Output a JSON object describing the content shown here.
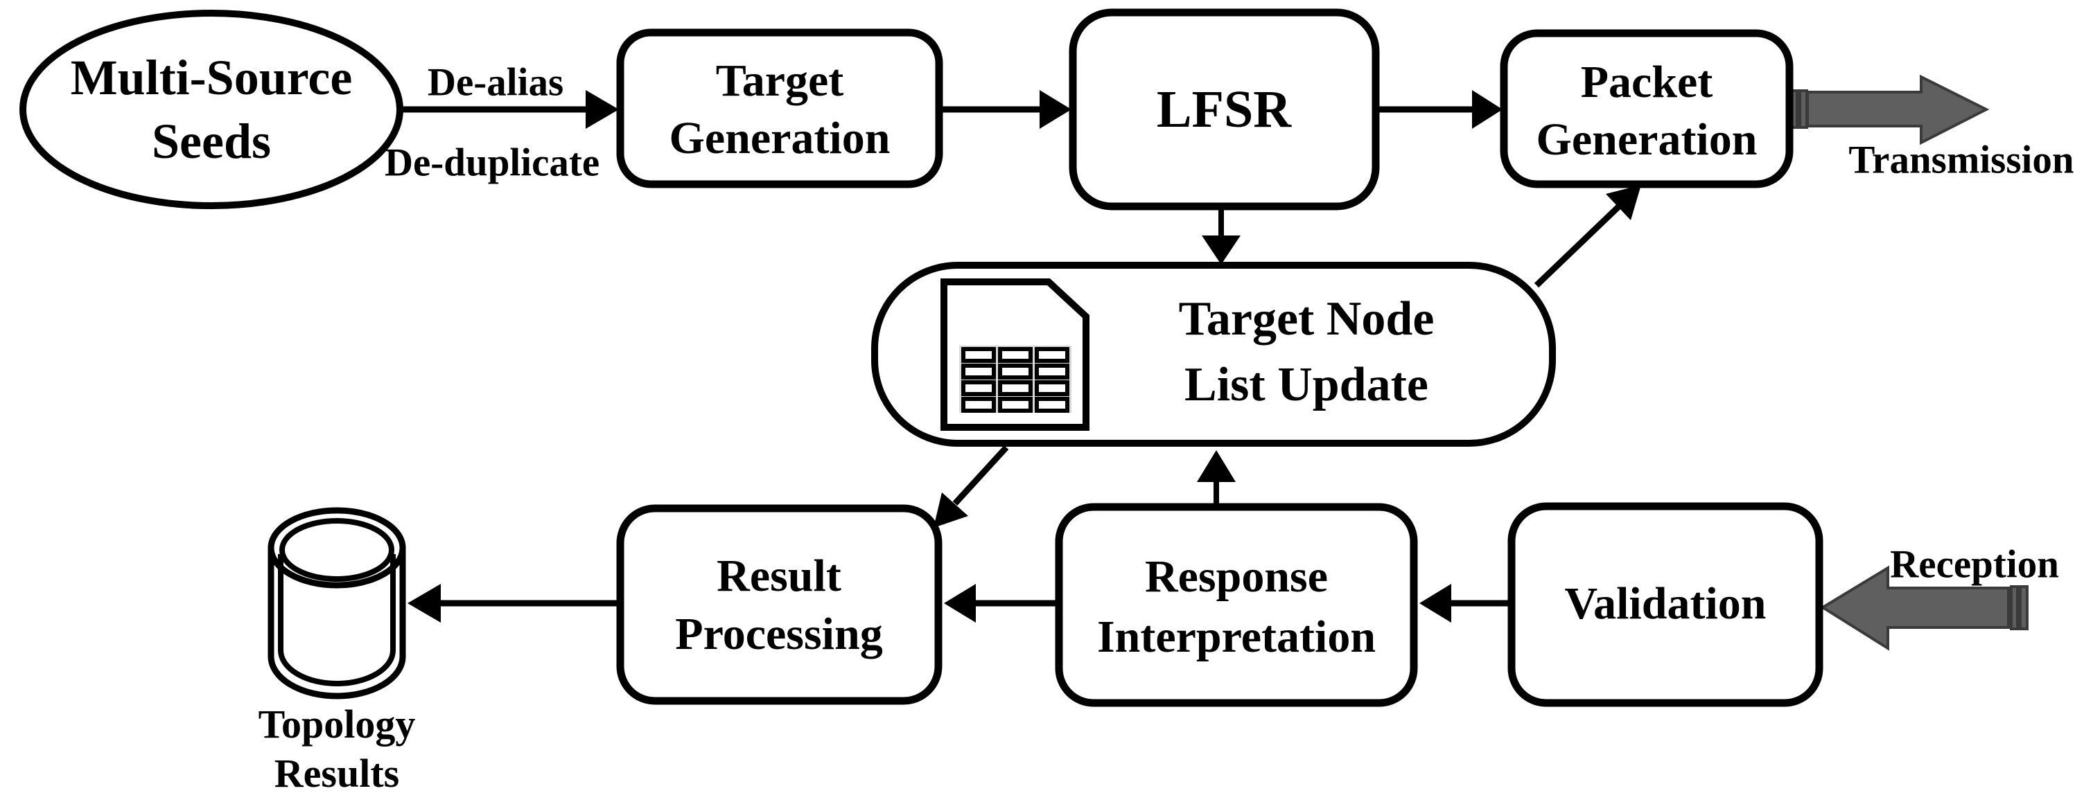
{
  "diagram": {
    "title_hint": "Topology probing pipeline flowchart",
    "nodes": {
      "multi_source_seeds": {
        "shape": "ellipse",
        "line1": "Multi-Source",
        "line2": "Seeds"
      },
      "target_generation": {
        "shape": "rounded-rect",
        "line1": "Target",
        "line2": "Generation"
      },
      "lfsr": {
        "shape": "rounded-rect",
        "line1": "LFSR"
      },
      "packet_generation": {
        "shape": "rounded-rect",
        "line1": "Packet",
        "line2": "Generation"
      },
      "target_node_list_update": {
        "shape": "stadium",
        "icon": "file-list-icon",
        "line1": "Target Node",
        "line2": "List Update"
      },
      "result_processing": {
        "shape": "rounded-rect",
        "line1": "Result",
        "line2": "Processing"
      },
      "response_interpretation": {
        "shape": "rounded-rect",
        "line1": "Response",
        "line2": "Interpretation"
      },
      "validation": {
        "shape": "rounded-rect",
        "line1": "Validation"
      },
      "topology_results": {
        "shape": "database-cylinder",
        "icon": "database-icon",
        "line1": "Topology",
        "line2": "Results"
      }
    },
    "edge_labels": {
      "de_alias": "De-alias",
      "de_duplicate": "De-duplicate",
      "transmission": "Transmission",
      "reception": "Reception"
    },
    "edges": [
      "multi_source_seeds -> target_generation (De-alias / De-duplicate)",
      "target_generation -> lfsr",
      "lfsr -> packet_generation",
      "packet_generation -> transmission (out)",
      "lfsr -> target_node_list_update",
      "target_node_list_update -> packet_generation",
      "target_node_list_update -> result_processing",
      "response_interpretation -> target_node_list_update",
      "reception (in) -> validation",
      "validation -> response_interpretation",
      "response_interpretation -> result_processing",
      "result_processing -> topology_results"
    ],
    "colors": {
      "stroke": "#000000",
      "node_fill": "#ffffff",
      "gray_arrow_fill": "#5f5f5f",
      "gray_arrow_border": "#3a3a3a",
      "icon_grid_shade": "#d9d9d9"
    }
  }
}
